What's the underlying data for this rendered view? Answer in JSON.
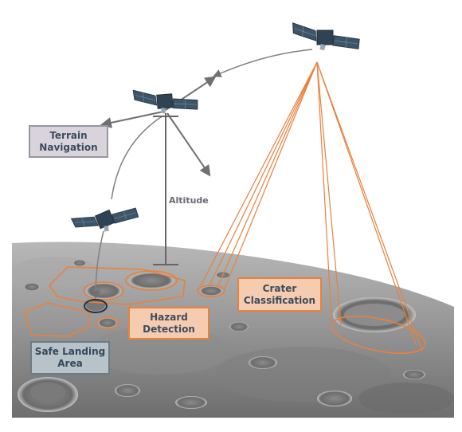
{
  "labels": {
    "terrain_navigation": [
      "Terrain",
      "Navigation"
    ],
    "crater_classification": [
      "Crater",
      "Classification"
    ],
    "hazard_detection": [
      "Hazard",
      "Detection"
    ],
    "safe_landing_area": [
      "Safe Landing",
      "Area"
    ],
    "altitude": "Altitude"
  },
  "colors": {
    "orange_accent": "#e8813d",
    "arrow_gray": "#707070",
    "satellite_body": "#3d5568",
    "moon_base": "#9a9a9a"
  },
  "icons": [
    "satellite-icon",
    "arrow-icon"
  ]
}
